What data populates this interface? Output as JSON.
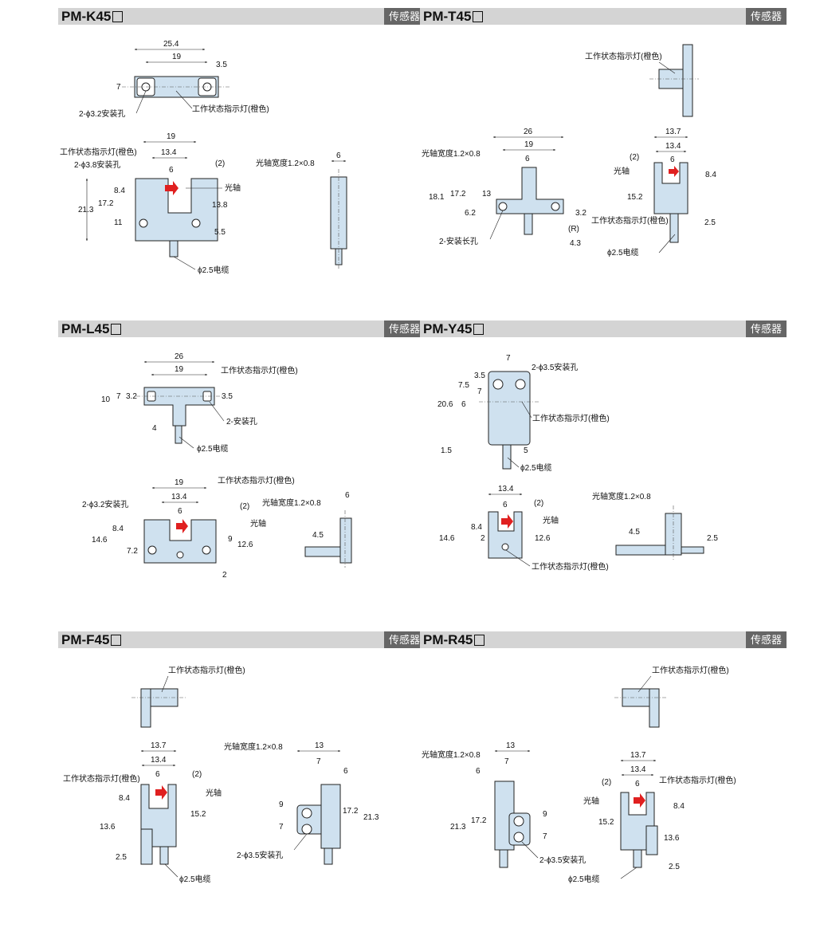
{
  "colors": {
    "header_bg": "#d4d4d4",
    "badge_bg": "#666666",
    "body": "#cfe1ef",
    "arrow": "#e02020"
  },
  "panels": {
    "k45": {
      "model": "PM-K45",
      "category": "传感器",
      "top_total": "25.4",
      "top_pitch": "19",
      "top_edge": "3.5",
      "top_h": "7",
      "top_holes": "2-ϕ3.2安装孔",
      "top_led": "工作状态指示灯(橙色)",
      "f_w19": "19",
      "f_w134": "13.4",
      "f_w6": "6",
      "f_two": "(2)",
      "f_led": "工作状态指示灯(橙色)",
      "f_holes": "2-ϕ3.8安装孔",
      "f_axis": "光轴",
      "f_213": "21.3",
      "f_172": "17.2",
      "f_84": "8.4",
      "f_11": "11",
      "f_138": "13.8",
      "f_55": "5.5",
      "f_cable": "ϕ2.5电缆",
      "s_beam": "光轴宽度1.2×0.8",
      "s_6": "6"
    },
    "t45": {
      "model": "PM-T45",
      "category": "传感器",
      "top_led": "工作状态指示灯(橙色)",
      "f_26": "26",
      "f_19": "19",
      "f_6": "6",
      "f_beam": "光轴宽度1.2×0.8",
      "f_181": "18.1",
      "f_172": "17.2",
      "f_13": "13",
      "f_62": "6.2",
      "f_32": "3.2",
      "f_r": "(R)",
      "f_43": "4.3",
      "f_slots": "2-安装长孔",
      "s_137": "13.7",
      "s_134": "13.4",
      "s_6": "6",
      "s_two": "(2)",
      "s_axis": "光轴",
      "s_84": "8.4",
      "s_152": "15.2",
      "s_led": "工作状态指示灯(橙色)",
      "s_25": "2.5",
      "s_cable": "ϕ2.5电缆"
    },
    "l45": {
      "model": "PM-L45",
      "category": "传感器",
      "top_26": "26",
      "top_19": "19",
      "top_led": "工作状态指示灯(橙色)",
      "top_10": "10",
      "top_7": "7",
      "top_32": "3.2",
      "top_35": "3.5",
      "top_holes": "2-安装孔",
      "top_4": "4",
      "top_cable": "ϕ2.5电缆",
      "f_19": "19",
      "f_134": "13.4",
      "f_6": "6",
      "f_led": "工作状态指示灯(橙色)",
      "f_holes": "2-ϕ3.2安装孔",
      "f_two": "(2)",
      "f_axis": "光轴",
      "f_146": "14.6",
      "f_84": "8.4",
      "f_72": "7.2",
      "f_9": "9",
      "f_126": "12.6",
      "f_2": "2",
      "s_beam": "光轴宽度1.2×0.8",
      "s_6": "6",
      "s_45": "4.5"
    },
    "y45": {
      "model": "PM-Y45",
      "category": "传感器",
      "top_7": "7",
      "top_holes": "2-ϕ3.5安装孔",
      "top_35": "3.5",
      "top_75": "7.5",
      "top_7b": "7",
      "top_206": "20.6",
      "top_6": "6",
      "top_led": "工作状态指示灯(橙色)",
      "top_15": "1.5",
      "top_5": "5",
      "top_cable": "ϕ2.5电缆",
      "f_134": "13.4",
      "f_6": "6",
      "f_two": "(2)",
      "f_axis": "光轴",
      "f_146": "14.6",
      "f_84": "8.4",
      "f_2": "2",
      "f_126": "12.6",
      "f_led": "工作状态指示灯(橙色)",
      "s_beam": "光轴宽度1.2×0.8",
      "s_45": "4.5",
      "s_25": "2.5"
    },
    "f45": {
      "model": "PM-F45",
      "category": "传感器",
      "top_led": "工作状态指示灯(橙色)",
      "f_137": "13.7",
      "f_134": "13.4",
      "f_6": "6",
      "f_two": "(2)",
      "f_led": "工作状态指示灯(橙色)",
      "f_axis": "光轴",
      "f_84": "8.4",
      "f_152": "15.2",
      "f_136": "13.6",
      "f_25": "2.5",
      "f_cable": "ϕ2.5电缆",
      "s_beam": "光轴宽度1.2×0.8",
      "s_13": "13",
      "s_7": "7",
      "s_6": "6",
      "s_9": "9",
      "s_7b": "7",
      "s_172": "17.2",
      "s_213": "21.3",
      "s_holes": "2-ϕ3.5安装孔"
    },
    "r45": {
      "model": "PM-R45",
      "category": "传感器",
      "top_led": "工作状态指示灯(橙色)",
      "f_beam": "光轴宽度1.2×0.8",
      "f_13": "13",
      "f_7": "7",
      "f_6": "6",
      "f_9": "9",
      "f_7b": "7",
      "f_213": "21.3",
      "f_172": "17.2",
      "f_holes": "2-ϕ3.5安装孔",
      "s_137": "13.7",
      "s_134": "13.4",
      "s_6": "6",
      "s_two": "(2)",
      "s_led": "工作状态指示灯(橙色)",
      "s_axis": "光轴",
      "s_84": "8.4",
      "s_152": "15.2",
      "s_136": "13.6",
      "s_25": "2.5",
      "s_cable": "ϕ2.5电缆"
    }
  }
}
